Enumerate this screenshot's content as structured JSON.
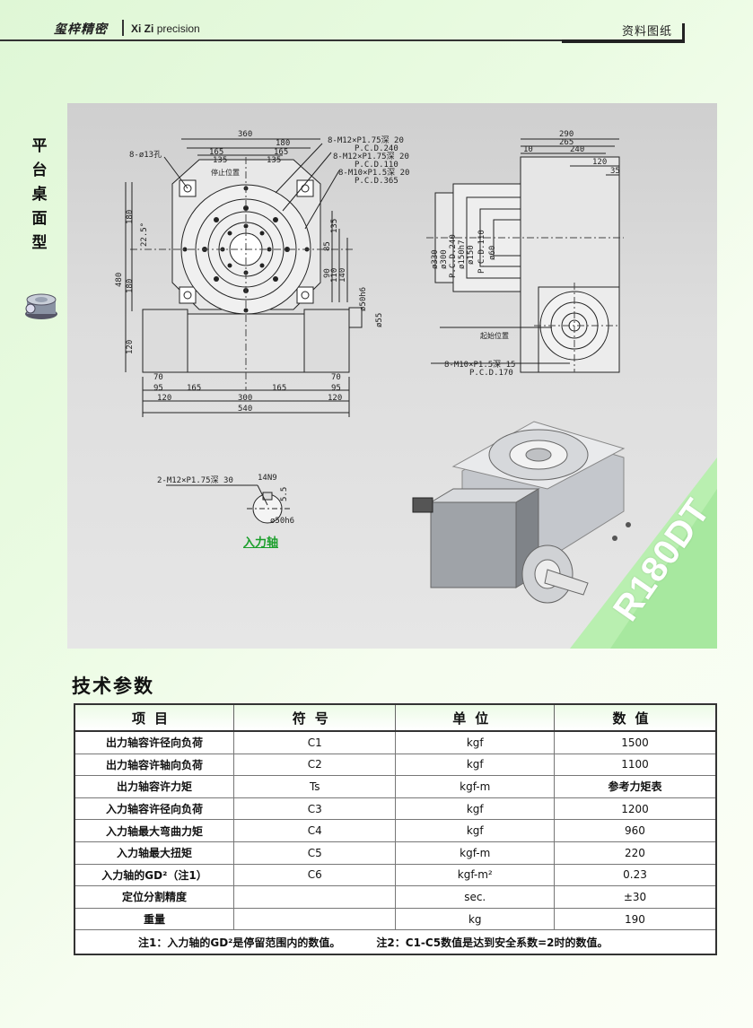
{
  "header": {
    "brand_cn": "玺梓精密",
    "brand_en_bold": "Xi Zi",
    "brand_en": "precision",
    "right": "资料图纸"
  },
  "side": {
    "title_chars": [
      "平",
      "台",
      "桌",
      "面",
      "型"
    ]
  },
  "drawing": {
    "model": "R180DT",
    "input_shaft_label": "入力轴",
    "front_dims": {
      "d360": "360",
      "d180": "180",
      "d165": "165",
      "d135": "135",
      "d480": "480",
      "d180a": "180",
      "d180b": "180",
      "d120": "120",
      "d70": "70",
      "d95": "95",
      "d120b": "120",
      "d165b": "165",
      "d300": "300",
      "d165c": "165",
      "d540": "540",
      "d70r": "70",
      "d95r": "95",
      "d120r": "120",
      "hole": "8-ø13孔",
      "angle": "22.5°",
      "stop": "停止位置",
      "t1": "8-M12×P1.75深 20",
      "t1pcd": "P.C.D.240",
      "t2": "8-M12×P1.75深 20",
      "t2pcd": "P.C.D.110",
      "t3": "8-M10×P1.5深 20",
      "t3pcd": "P.C.D.365",
      "v85": "85",
      "v135": "135",
      "v90": "90",
      "v110": "110",
      "v140": "140",
      "shaft": "ø50h6",
      "d55": "ø55"
    },
    "side_dims": {
      "d290": "290",
      "d265": "265",
      "d10": "10",
      "d240": "240",
      "d120": "120",
      "d35": "35",
      "v1": "ø330",
      "v2": "ø300",
      "v3": "P.C.D.240",
      "v4": "ø150h7",
      "v5": "ø150",
      "v6": "P.C.D.110",
      "v7": "ø60",
      "start": "起始位置",
      "tap": "8-M10×P1.5深 15",
      "tappcd": "P.C.D.170"
    },
    "shaft_detail": {
      "tap": "2-M12×P1.75深 30",
      "key": "14N9",
      "d55": "5.5",
      "dia": "ø50h6"
    }
  },
  "section_title": "技术参数",
  "table": {
    "headers": [
      "项目",
      "符号",
      "单位",
      "数值"
    ],
    "rows": [
      [
        "出力轴容许径向负荷",
        "C1",
        "kgf",
        "1500"
      ],
      [
        "出力轴容许轴向负荷",
        "C2",
        "kgf",
        "1100"
      ],
      [
        "出力轴容许力矩",
        "Ts",
        "kgf-m",
        "参考力矩表"
      ],
      [
        "入力轴容许径向负荷",
        "C3",
        "kgf",
        "1200"
      ],
      [
        "入力轴最大弯曲力矩",
        "C4",
        "kgf",
        "960"
      ],
      [
        "入力轴最大扭矩",
        "C5",
        "kgf-m",
        "220"
      ],
      [
        "入力轴的GD²（注1）",
        "C6",
        "kgf-m²",
        "0.23"
      ],
      [
        "定位分割精度",
        "",
        "sec.",
        "±30"
      ],
      [
        "重量",
        "",
        "kg",
        "190"
      ]
    ],
    "note1": "注1：入力轴的GD²是停留范围内的数值。",
    "note2": "注2：C1-C5数值是达到安全系数=2时的数值。"
  }
}
